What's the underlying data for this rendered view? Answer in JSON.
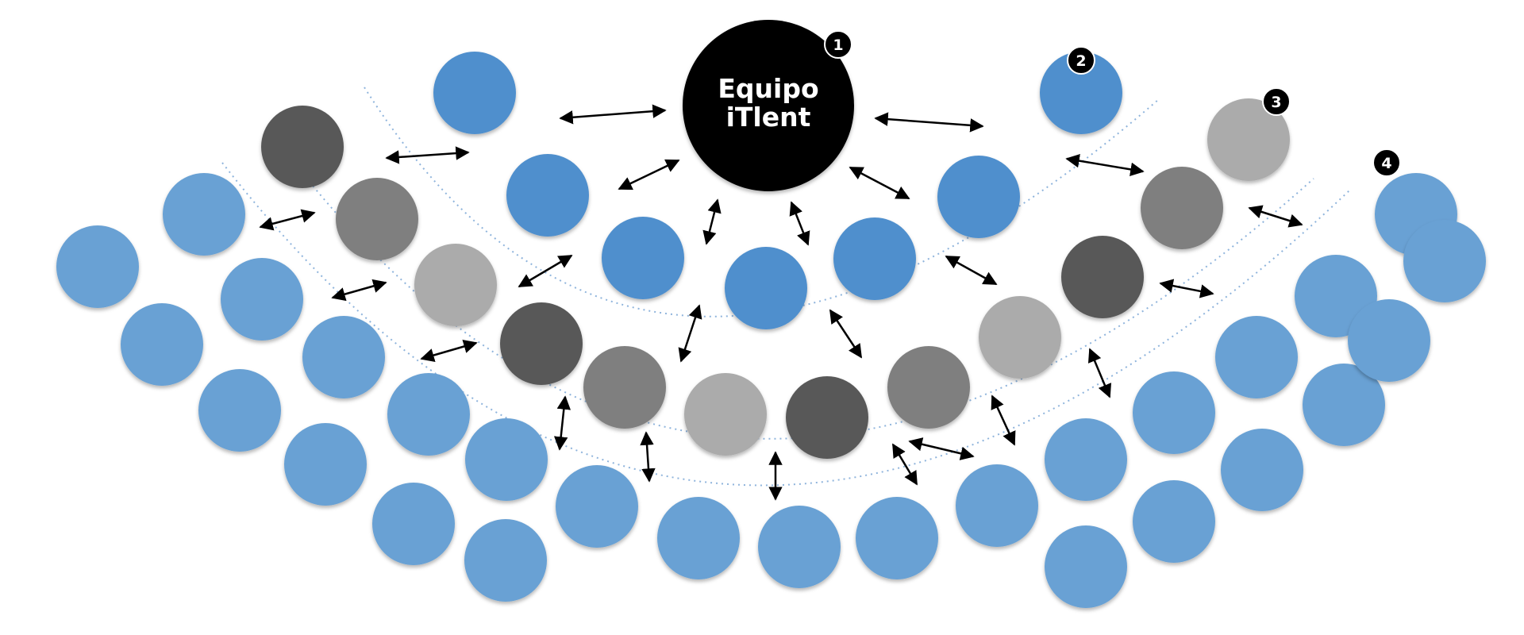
{
  "center": {
    "line1": "Equipo",
    "line2": "iTlent"
  },
  "badges": [
    "1",
    "2",
    "3",
    "4"
  ],
  "colors": {
    "center": "#000000",
    "primary_blue": "#4f8fcd",
    "light_blue": "#69a1d4",
    "gray_dark": "#595959",
    "gray_mid": "#7f7f7f",
    "gray_light": "#ababab",
    "arc": "#8fb4dc",
    "arrow": "#000000"
  }
}
